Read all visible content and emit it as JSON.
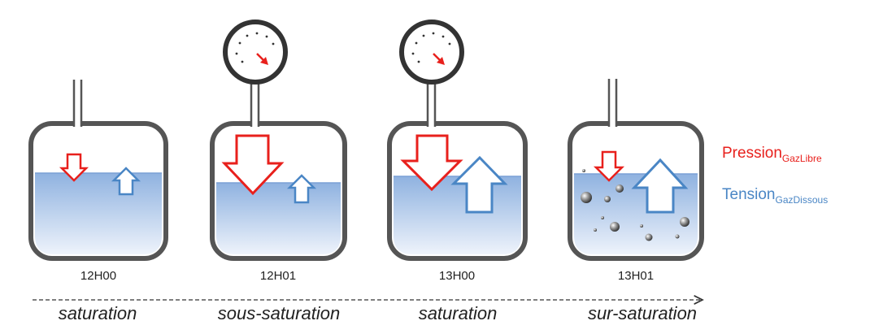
{
  "scenes": [
    {
      "time": "12H00",
      "state": "saturation",
      "gauge": false,
      "bubbles": false
    },
    {
      "time": "12H01",
      "state": "sous-saturation",
      "gauge": true,
      "bubbles": false
    },
    {
      "time": "13H00",
      "state": "saturation",
      "gauge": true,
      "bubbles": false
    },
    {
      "time": "13H01",
      "state": "sur-saturation",
      "gauge": false,
      "bubbles": true
    }
  ],
  "legend": {
    "pression": {
      "label": "Pression",
      "sub": "GazLibre"
    },
    "tension": {
      "label": "Tension",
      "sub": "GazDissous"
    }
  },
  "colors": {
    "pression": "#e8201c",
    "tension": "#4a86c5",
    "water_top": "#8fb2e0",
    "water_bottom": "#eef3fb",
    "vessel": "#555555"
  }
}
